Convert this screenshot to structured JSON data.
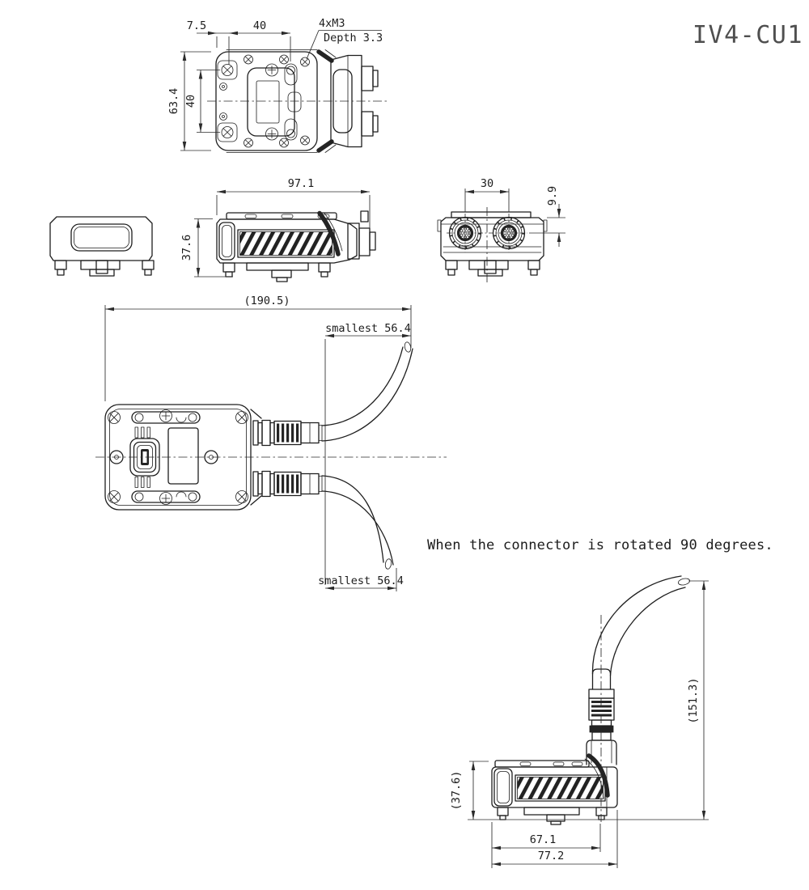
{
  "title": "IV4-CU1",
  "note": "When the connector is rotated 90 degrees.",
  "ink": {
    "line_color": "#1e1e1e",
    "title_color": "#4f4f4f"
  },
  "views": {
    "top": {
      "dim_offset": "7.5",
      "dim_screw_pitch_h": "40",
      "thread_label": "4xM3",
      "thread_depth": "Depth 3.3",
      "dim_body_height": "63.4",
      "dim_screw_pitch_v": "40"
    },
    "front": {
      "dim_width": "97.1",
      "dim_height": "37.6"
    },
    "connector_face": {
      "dim_connector_pitch": "30",
      "dim_connector_offset": "9.9"
    },
    "plan_with_cables": {
      "dim_overall_length": "(190.5)",
      "dim_min_bend_top": "smallest 56.4",
      "dim_min_bend_bottom": "smallest 56.4"
    },
    "rotated_connector": {
      "dim_overall_height": "(151.3)",
      "dim_body_height": "(37.6)",
      "dim_connector_center": "67.1",
      "dim_body_width": "77.2"
    }
  }
}
